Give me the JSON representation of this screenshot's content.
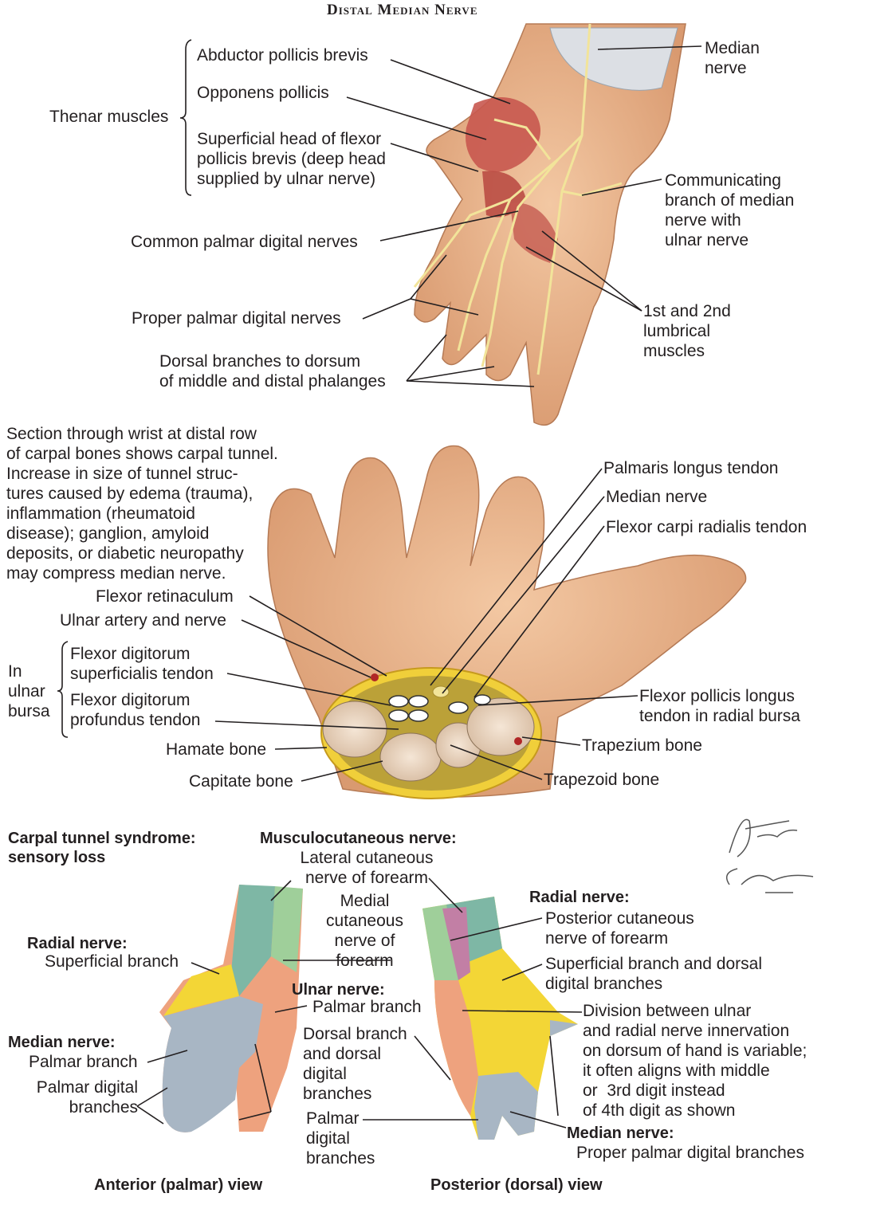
{
  "title": "Distal Median Nerve",
  "top_panel": {
    "thenar_group": "Thenar muscles",
    "abductor": "Abductor pollicis brevis",
    "opponens": "Opponens pollicis",
    "superficial_head": "Superficial head of flexor\npollicis brevis (deep head\nsupplied by ulnar nerve)",
    "common_palmar": "Common palmar digital nerves",
    "proper_palmar": "Proper palmar digital nerves",
    "dorsal_branches": "Dorsal branches to dorsum\nof middle and distal phalanges",
    "median_nerve": "Median\nnerve",
    "communicating": "Communicating\nbranch of median\nnerve with\nulnar nerve",
    "lumbrical": "1st and 2nd\nlumbrical\nmuscles"
  },
  "middle_panel": {
    "section_note": "Section through wrist at distal row\nof carpal bones shows carpal tunnel.\nIncrease in size of tunnel struc-\ntures caused by edema (trauma),\ninflammation (rheumatoid\ndisease); ganglion, amyloid\ndeposits, or diabetic neuropathy\nmay compress median nerve.",
    "flexor_retinaculum": "Flexor retinaculum",
    "ulnar_artery": "Ulnar artery and nerve",
    "in_ulnar_bursa": "In\nulnar\nbursa",
    "fds_tendon": "Flexor digitorum\nsuperficialis tendon",
    "fdp_tendon": "Flexor digitorum\nprofundus tendon",
    "hamate": "Hamate bone",
    "capitate": "Capitate bone",
    "palmaris_longus": "Palmaris longus tendon",
    "median_nerve": "Median nerve",
    "fcr_tendon": "Flexor carpi radialis tendon",
    "fpl_tendon": "Flexor pollicis longus\ntendon in radial bursa",
    "trapezium": "Trapezium bone",
    "trapezoid": "Trapezoid bone"
  },
  "bottom_panel": {
    "cts_heading": "Carpal tunnel syndrome:\nsensory loss",
    "musculo_heading": "Musculocutaneous nerve:",
    "lateral_cutaneous": "Lateral cutaneous\nnerve of forearm",
    "medial_cutaneous": "Medial\ncutaneous\nnerve of\nforearm",
    "radial_heading_left": "Radial nerve:",
    "superficial_branch": "Superficial branch",
    "ulnar_heading": "Ulnar nerve:",
    "ulnar_palmar_branch": "Palmar branch",
    "dorsal_branch": "Dorsal branch\nand dorsal\ndigital\nbranches",
    "median_heading_left": "Median nerve:",
    "median_palmar_branch": "Palmar branch",
    "palmar_digital_left": "Palmar digital\nbranches",
    "palmar_digital_mid": "Palmar\ndigital\nbranches",
    "radial_heading_right": "Radial nerve:",
    "posterior_cutaneous": "Posterior cutaneous\nnerve of forearm",
    "superficial_dorsal": "Superficial branch and dorsal\ndigital branches",
    "division_note": "Division between ulnar\nand radial nerve innervation\non dorsum of hand is variable;\nit often aligns with middle\nor  3rd digit instead\nof 4th digit as shown",
    "median_heading_right": "Median nerve:",
    "proper_palmar_right": "Proper palmar digital branches",
    "anterior_view": "Anterior (palmar) view",
    "posterior_view": "Posterior (dorsal) view"
  },
  "signature": "F. Netter M.D.\nC. Machado M.D.",
  "colors": {
    "skin": "#e9b98f",
    "muscle": "#c8584f",
    "nerve": "#f2e49a",
    "bone": "#efe0cc",
    "bursa_yellow": "#f0cf3a",
    "sensory_gray": "#a8b6c4",
    "sensory_orange": "#eea27e",
    "sensory_yellow": "#f3d636",
    "sensory_teal": "#7eb7a5",
    "sensory_mauve": "#c27fa5"
  }
}
